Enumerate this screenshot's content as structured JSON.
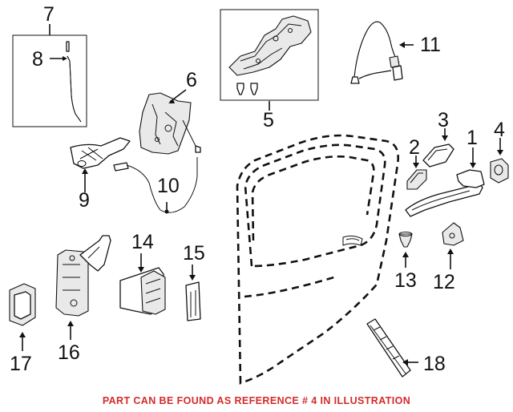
{
  "callouts": {
    "c1": "1",
    "c2": "2",
    "c3": "3",
    "c4": "4",
    "c5": "5",
    "c6": "6",
    "c7": "7",
    "c8": "8",
    "c9": "9",
    "c10": "10",
    "c11": "11",
    "c12": "12",
    "c13": "13",
    "c14": "14",
    "c15": "15",
    "c16": "16",
    "c17": "17",
    "c18": "18"
  },
  "footer": {
    "note": "PART CAN BE FOUND AS REFERENCE # 4 IN ILLUSTRATION",
    "note_color": "#d42a2a"
  }
}
